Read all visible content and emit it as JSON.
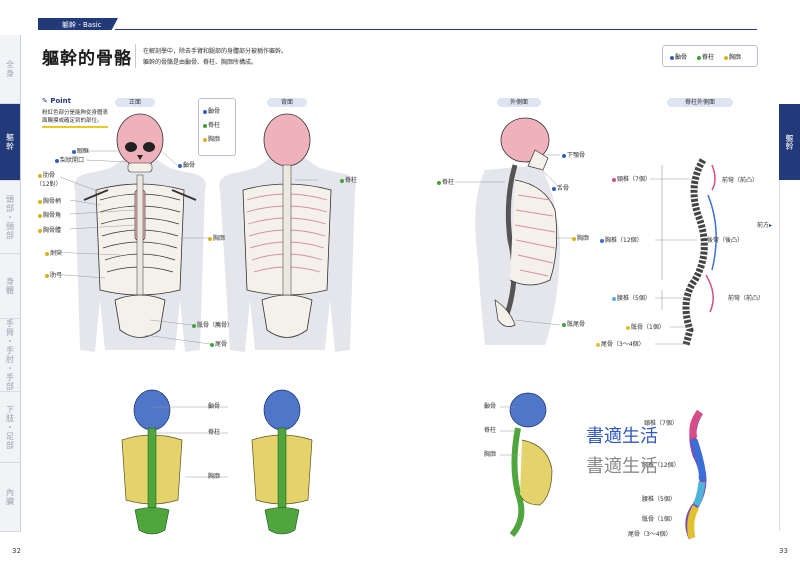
{
  "header": {
    "breadcrumb": "軀幹 - Basic"
  },
  "title": "軀幹的骨骼",
  "intro": {
    "line1": "在解剖學中，除去手臂和腿部的身體部分被稱作軀幹。",
    "line2": "軀幹的骨骼是由顱骨、脊柱、胸廓所構成。"
  },
  "legend": [
    {
      "label": "顱骨",
      "color": "#2f5fc4"
    },
    {
      "label": "脊柱",
      "color": "#3ea33a"
    },
    {
      "label": "胸廓",
      "color": "#d9b21c"
    }
  ],
  "point": {
    "heading": "Point",
    "line1": "粉紅色部分是能夠從身體表",
    "line2": "面觸摸或確定到的部位。"
  },
  "left_tabs": [
    "全身",
    "軀幹",
    "頭部・頸部",
    "身體",
    "手臂・手肘・手部",
    "下肢・足部",
    "內臟"
  ],
  "right_tab": "軀幹",
  "page_left": "32",
  "page_right": "33",
  "views": {
    "front": "正面",
    "back": "背面",
    "side": "外側面",
    "spine_side": "脊柱外側面"
  },
  "front_labels": {
    "orbit": "眼眶",
    "nasal": "梨狀開口",
    "rib": "肋骨",
    "rib_count": "（12對）",
    "manubrium": "胸骨柄",
    "sternal_angle": "胸骨角",
    "sternum_body": "胸骨體",
    "xiphoid": "劍突",
    "costal_arch": "肋弓",
    "skull": "顱骨",
    "spine": "脊柱",
    "thorax": "胸廓",
    "cranium": "顱骨",
    "sacrum": "骶骨（薦骨）",
    "coccyx": "尾骨"
  },
  "back_labels": {
    "spine": "脊柱"
  },
  "side_labels": {
    "mandible": "下顎骨",
    "hyoid": "舌骨",
    "spine": "脊柱",
    "thorax": "胸廓",
    "coccyx": "骶尾骨"
  },
  "spine_labels": {
    "cervical": "頸椎（7個）",
    "thoracic": "胸椎（12個）",
    "lumbar": "腰椎（5個）",
    "sacrum": "骶骨（1個）",
    "coccyx": "尾骨（3～4個）",
    "lordosis1": "前彎（前凸）",
    "kyphosis": "後彎（後凸）",
    "lordosis2": "前彎（前凸）",
    "arrow_note": "前方"
  },
  "bottom_labels": {
    "skull": "顱骨",
    "spine": "脊柱",
    "thorax": "胸廓",
    "skull2": "顱骨",
    "spine2": "脊柱",
    "thorax2": "胸廓",
    "cervical": "頸椎（7個）",
    "thoracic": "胸椎（12個）",
    "lumbar": "腰椎（5個）",
    "sacrum": "骶骨（1個）",
    "coccyx": "尾骨（3～4個）"
  },
  "watermark": {
    "line1": "書適生活",
    "line2": "書適生活"
  },
  "colors": {
    "navy": "#233a7a",
    "pink": "#e9a3ad",
    "bone": "#f4f0ea",
    "skull_blue": "#4e76c9",
    "spine_green": "#4ea63d",
    "rib_yellow": "#e4d36a",
    "body_gray": "#e2e4ea"
  }
}
